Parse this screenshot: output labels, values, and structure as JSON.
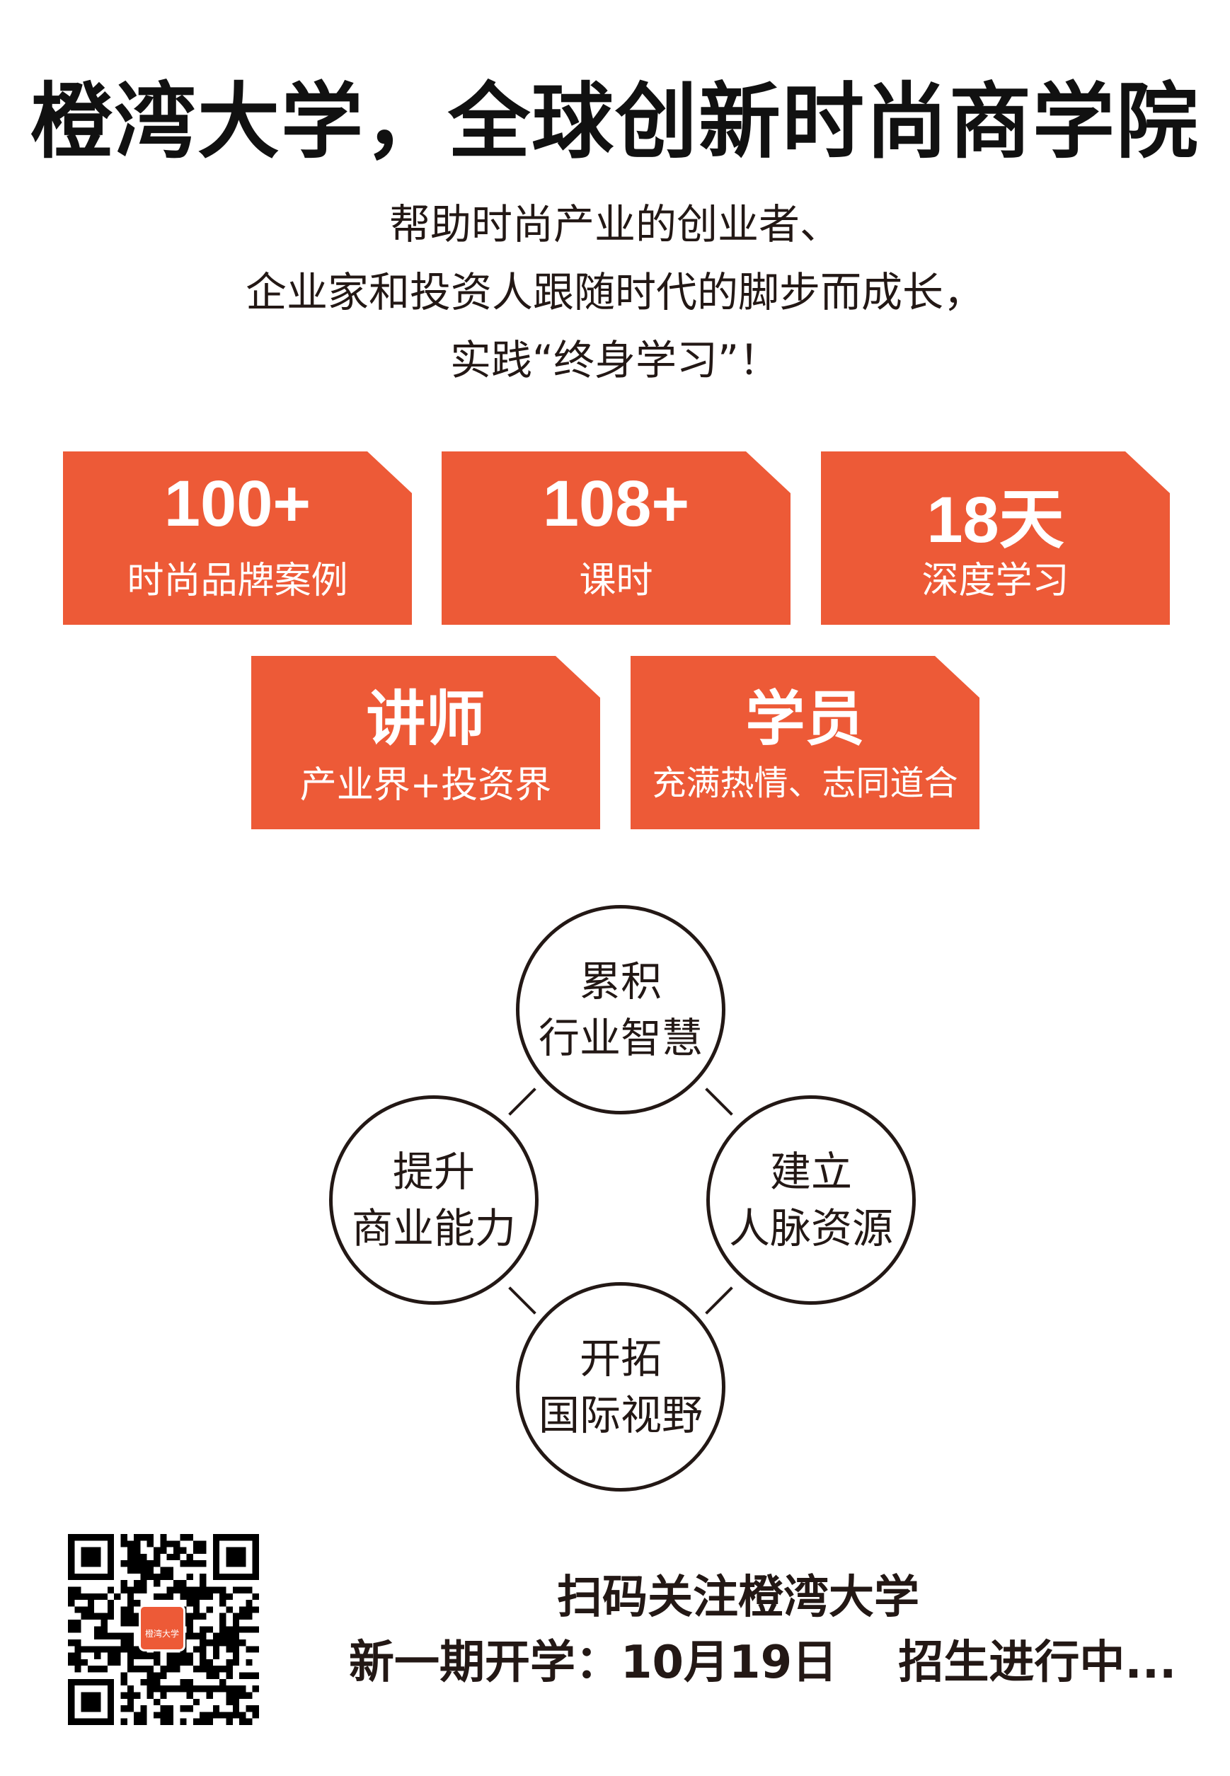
{
  "title": "橙湾大学，全球创新时尚商学院",
  "subtitle": [
    "帮助时尚产业的创业者、",
    "企业家和投资人跟随时代的脚步而成长，",
    "实践“终身学习”！"
  ],
  "stats": [
    {
      "value": "100+",
      "label": "时尚品牌案例"
    },
    {
      "value": "108+",
      "label": "课时"
    },
    {
      "value": "18天",
      "label": "深度学习"
    },
    {
      "value": "讲师",
      "label": "产业界+投资界"
    },
    {
      "value": "学员",
      "label": "充满热情、志同道合"
    }
  ],
  "circles": [
    {
      "line1": "累积",
      "line2": "行业智慧"
    },
    {
      "line1": "提升",
      "line2": "商业能力"
    },
    {
      "line1": "建立",
      "line2": "人脉资源"
    },
    {
      "line1": "开拓",
      "line2": "国际视野"
    }
  ],
  "qr_logo": "橙湾大学",
  "footer": {
    "line1": "扫码关注橙湾大学",
    "start": "新一期开学：10月19日",
    "status": "招生进行中..."
  },
  "colors": {
    "accent": "#ED5A37",
    "text": "#231815"
  }
}
